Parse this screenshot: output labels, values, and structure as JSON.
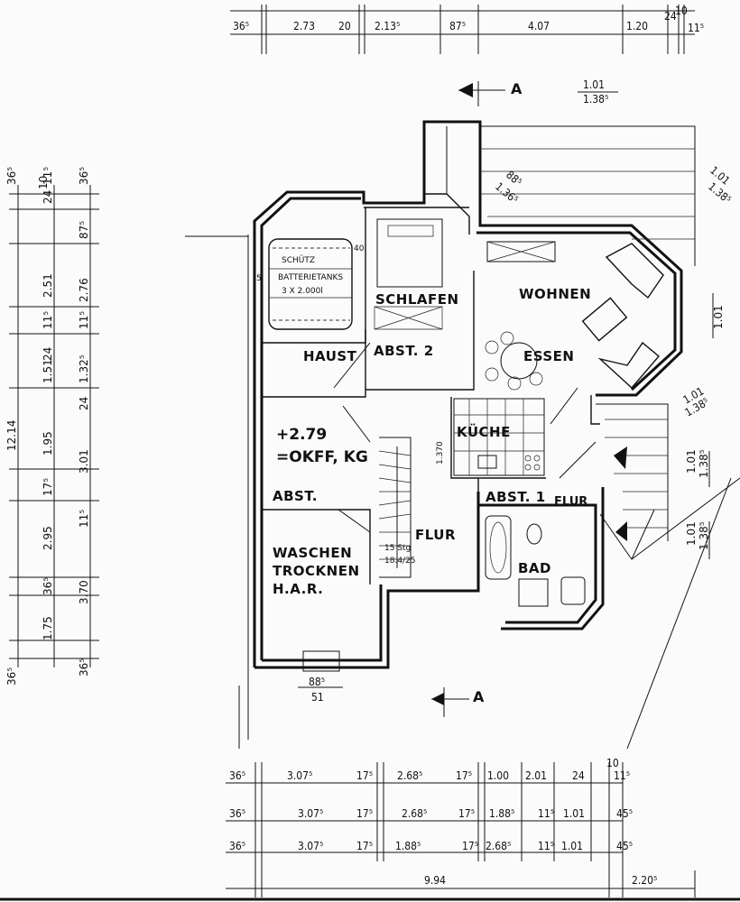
{
  "rooms": {
    "schlafen": "SCHLAFEN",
    "wohnen": "WOHNEN",
    "essen": "ESSEN",
    "haust": "HAUST",
    "abst2": "ABST. 2",
    "kueche": "KÜCHE",
    "abst1": "ABST. 1",
    "flur_small": "FLUR",
    "abst": "ABST.",
    "flur": "FLUR",
    "bad": "BAD",
    "waschen_line1": "WASCHEN",
    "waschen_line2": "TROCKNEN",
    "waschen_line3": "H.A.R."
  },
  "level": {
    "line1": "+2.79",
    "line2": "=OKFF, KG"
  },
  "tank": {
    "line1": "SCHÜTZ",
    "line2": "BATTERIETANKS",
    "line3": "3 X 2.000l",
    "side_40": "40",
    "side_5": "5"
  },
  "stair": {
    "note1": "15 Stg",
    "note2": "18.4/25",
    "height": "1.370"
  },
  "section_marker": "A",
  "top_dims": [
    "36⁵",
    "2.73",
    "20",
    "2.13⁵",
    "87⁵",
    "4.07",
    "1.20",
    "24",
    "10",
    "11⁵"
  ],
  "top_right_small": {
    "a": "1.01",
    "b": "1.38⁵"
  },
  "diag_dims": {
    "a": "88⁵",
    "b": "1.36⁵",
    "c": "1.01",
    "d": "1.38⁵"
  },
  "right_dims": [
    "1.01",
    "1.01",
    "1.38⁵",
    "1.01",
    "1.38⁵",
    "1.01",
    "1.38⁵"
  ],
  "window_small": {
    "top": "88⁵",
    "bottom": "51"
  },
  "bottom_rows": [
    [
      "36⁵",
      "3.07⁵",
      "17⁵",
      "2.68⁵",
      "17⁵",
      "1.00",
      "2.01",
      "24",
      "11⁵"
    ],
    [
      "36⁵",
      "3.07⁵",
      "17⁵",
      "2.68⁵",
      "17⁵",
      "1.88⁵",
      "11⁵",
      "1.01",
      "45⁵"
    ],
    [
      "36⁵",
      "3.07⁵",
      "17⁵",
      "1.88⁵",
      "17⁵",
      "2.68⁵",
      "11⁵",
      "1.01",
      "45⁵"
    ]
  ],
  "bottom_total": {
    "a": "9.94",
    "b": "2.20⁵",
    "ten": "10"
  },
  "left_total": "12.14",
  "left_col1": [
    "36⁵",
    "24",
    "10",
    "2.51",
    "11⁵",
    "24",
    "1.51",
    "1.95",
    "17⁵",
    "2.95",
    "36⁵",
    "1.75",
    "36⁵"
  ],
  "left_col2": [
    "11⁵",
    "36⁵",
    "87⁵",
    "2.76",
    "11⁵",
    "1.32⁵",
    "24",
    "3.01",
    "11⁵",
    "3.70",
    "36⁵"
  ]
}
